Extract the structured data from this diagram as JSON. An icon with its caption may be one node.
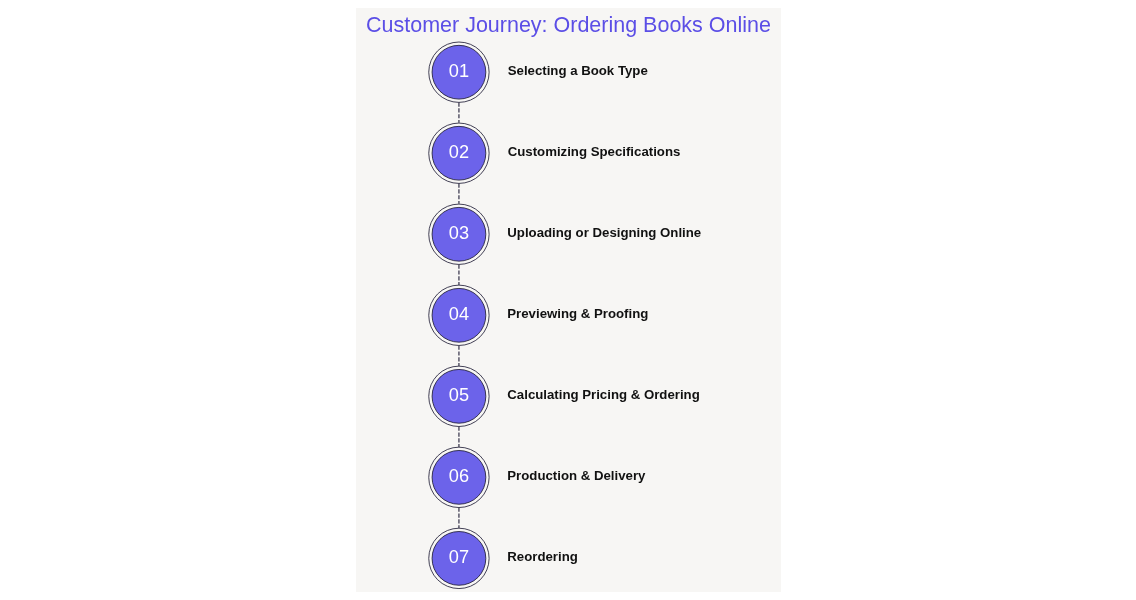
{
  "diagram": {
    "title": "Customer Journey: Ordering Books Online",
    "nodes": [
      {
        "text": [
          "01"
        ],
        "beside": [
          "Selecting a Book Type"
        ]
      },
      {
        "text": [
          "02"
        ],
        "beside": [
          "Customizing Specifications"
        ]
      },
      {
        "text": [
          "03"
        ],
        "beside": [
          "Uploading or Designing Online"
        ]
      },
      {
        "text": [
          "04"
        ],
        "beside": [
          "Previewing & Proofing"
        ]
      },
      {
        "text": [
          "05"
        ],
        "beside": [
          "Calculating Pricing & Ordering"
        ]
      },
      {
        "text": [
          "06"
        ],
        "beside": [
          "Production & Delivery"
        ]
      },
      {
        "text": [
          "07"
        ],
        "beside": [
          "Reordering"
        ]
      }
    ],
    "edges": [
      {
        "from": 0,
        "to": 1,
        "arrow": "none",
        "style": "dashed"
      },
      {
        "from": 1,
        "to": 2,
        "arrow": "none",
        "style": "dashed"
      },
      {
        "from": 2,
        "to": 3,
        "arrow": "none",
        "style": "dashed"
      },
      {
        "from": 3,
        "to": 4,
        "arrow": "none",
        "style": "dashed"
      },
      {
        "from": 4,
        "to": 5,
        "arrow": "none",
        "style": "dashed"
      },
      {
        "from": 5,
        "to": 6,
        "arrow": "none",
        "style": "dashed"
      }
    ]
  }
}
